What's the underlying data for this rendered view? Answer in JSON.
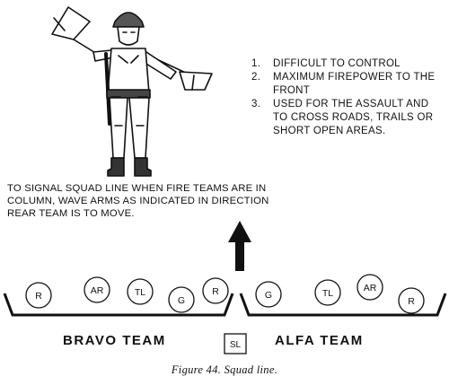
{
  "notes": [
    {
      "num": "1.",
      "text": "DIFFICULT TO CONTROL"
    },
    {
      "num": "2.",
      "text": "MAXIMUM FIREPOWER TO THE FRONT"
    },
    {
      "num": "3.",
      "text": "USED FOR THE ASSAULT AND TO CROSS ROADS, TRAILS OR SHORT OPEN AREAS."
    }
  ],
  "instruction": "TO SIGNAL SQUAD LINE WHEN FIRE TEAMS ARE IN COLUMN, WAVE ARMS AS INDICATED IN DIRECTION REAR TEAM IS TO MOVE.",
  "bravo_team": {
    "label": "BRAVO TEAM",
    "members": [
      "R",
      "AR",
      "TL",
      "G",
      "R"
    ]
  },
  "alfa_team": {
    "label": "ALFA TEAM",
    "members": [
      "G",
      "TL",
      "AR",
      "R"
    ]
  },
  "squad_leader": "SL",
  "caption": "Figure 44.  Squad line."
}
